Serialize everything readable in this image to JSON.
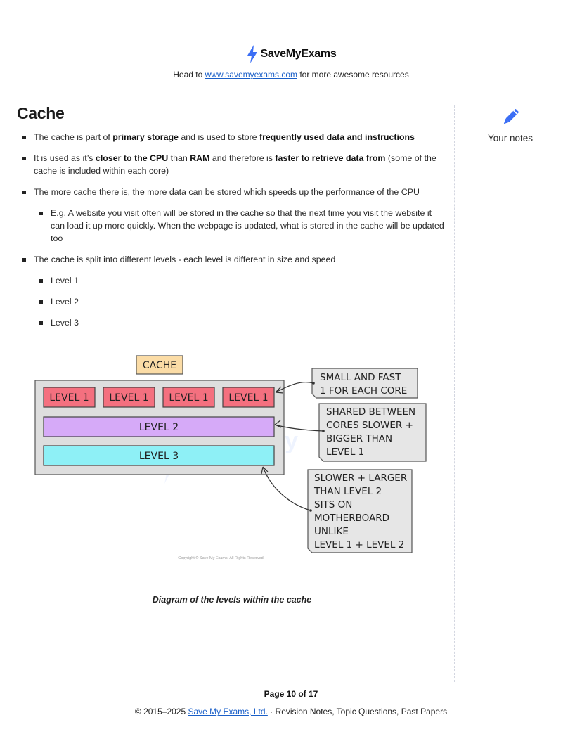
{
  "header": {
    "brand": "SaveMyExams",
    "tagline_before": "Head to ",
    "tagline_link": "www.savemyexams.com",
    "tagline_after": " for more awesome resources"
  },
  "sidebar": {
    "notes_label": "Your notes",
    "notes_icon": "pencil-icon"
  },
  "section": {
    "title": "Cache",
    "bullets": [
      {
        "parts": [
          {
            "t": "The cache is part of ",
            "b": false
          },
          {
            "t": "primary storage",
            "b": true
          },
          {
            "t": " and is used to store ",
            "b": false
          },
          {
            "t": "frequently used data and instructions",
            "b": true
          }
        ]
      },
      {
        "parts": [
          {
            "t": "It is used as it’s ",
            "b": false
          },
          {
            "t": "closer to the CPU",
            "b": true
          },
          {
            "t": " than ",
            "b": false
          },
          {
            "t": "RAM",
            "b": true
          },
          {
            "t": " and therefore is ",
            "b": false
          },
          {
            "t": "faster to retrieve data from",
            "b": true
          },
          {
            "t": " (some of the cache is included within each core)",
            "b": false
          }
        ]
      },
      {
        "parts": [
          {
            "t": "The more cache there is, the more data can be stored which speeds up the performance of the CPU",
            "b": false
          }
        ],
        "sub": [
          "E.g. A website you visit often will be stored in the cache so that the next time you visit the website it can load it up more quickly. When the webpage is updated, what is stored in the cache will be updated too"
        ]
      },
      {
        "parts": [
          {
            "t": "The cache is split into different levels - each level is different in size and speed",
            "b": false
          }
        ],
        "sub": [
          "Level 1",
          "Level 2",
          "Level 3"
        ]
      }
    ]
  },
  "diagram": {
    "cache_label": "CACHE",
    "level1_label": "LEVEL 1",
    "level2_label": "LEVEL 2",
    "level3_label": "LEVEL 3",
    "note_l1": [
      "SMALL AND FAST",
      "1 FOR EACH CORE"
    ],
    "note_l2": [
      "SHARED BETWEEN",
      "CORES SLOWER +",
      "BIGGER THAN",
      "LEVEL 1"
    ],
    "note_l3": [
      "SLOWER + LARGER",
      "THAN LEVEL 2",
      "SITS ON",
      "MOTHERBOARD",
      "UNLIKE",
      "LEVEL 1 + LEVEL 2"
    ],
    "copyright": "Copyright © Save My Exams. All Rights Reserved",
    "caption": "Diagram of the levels within the cache",
    "colors": {
      "level1": "#f4707f",
      "level2": "#d6aaf8",
      "level3": "#8ef0f6",
      "cache_tag": "#fbdca6",
      "container": "#dedede",
      "note": "#e6e6e6"
    }
  },
  "footer": {
    "page": "Page 10 of 17",
    "copy_before": "© 2015–2025 ",
    "copy_link": "Save My Exams, Ltd.",
    "copy_after": " · Revision Notes, Topic Questions, Past Papers"
  }
}
